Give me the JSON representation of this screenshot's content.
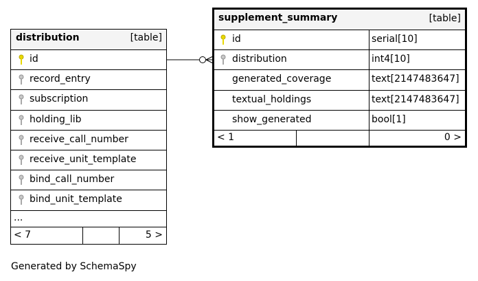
{
  "distribution": {
    "name": "distribution",
    "tag": "[table]",
    "columns": [
      {
        "name": "id",
        "key": "primary"
      },
      {
        "name": "record_entry",
        "key": "foreign"
      },
      {
        "name": "subscription",
        "key": "foreign"
      },
      {
        "name": "holding_lib",
        "key": "foreign"
      },
      {
        "name": "receive_call_number",
        "key": "foreign"
      },
      {
        "name": "receive_unit_template",
        "key": "foreign"
      },
      {
        "name": "bind_call_number",
        "key": "foreign"
      },
      {
        "name": "bind_unit_template",
        "key": "foreign"
      }
    ],
    "more": "...",
    "footer_left": "< 7",
    "footer_right": "5 >"
  },
  "supplement_summary": {
    "name": "supplement_summary",
    "tag": "[table]",
    "columns": [
      {
        "name": "id",
        "type": "serial[10]",
        "key": "primary"
      },
      {
        "name": "distribution",
        "type": "int4[10]",
        "key": "foreign"
      },
      {
        "name": "generated_coverage",
        "type": "text[2147483647]",
        "key": "none"
      },
      {
        "name": "textual_holdings",
        "type": "text[2147483647]",
        "key": "none"
      },
      {
        "name": "show_generated",
        "type": "bool[1]",
        "key": "none"
      }
    ],
    "footer_left": "< 1",
    "footer_right": "0 >"
  },
  "colors": {
    "primary_key": "#e8d800",
    "foreign_key": "#a8a8a8",
    "header_bg": "#f4f4f4",
    "border": "#000000"
  },
  "generated_by": "Generated by SchemaSpy"
}
